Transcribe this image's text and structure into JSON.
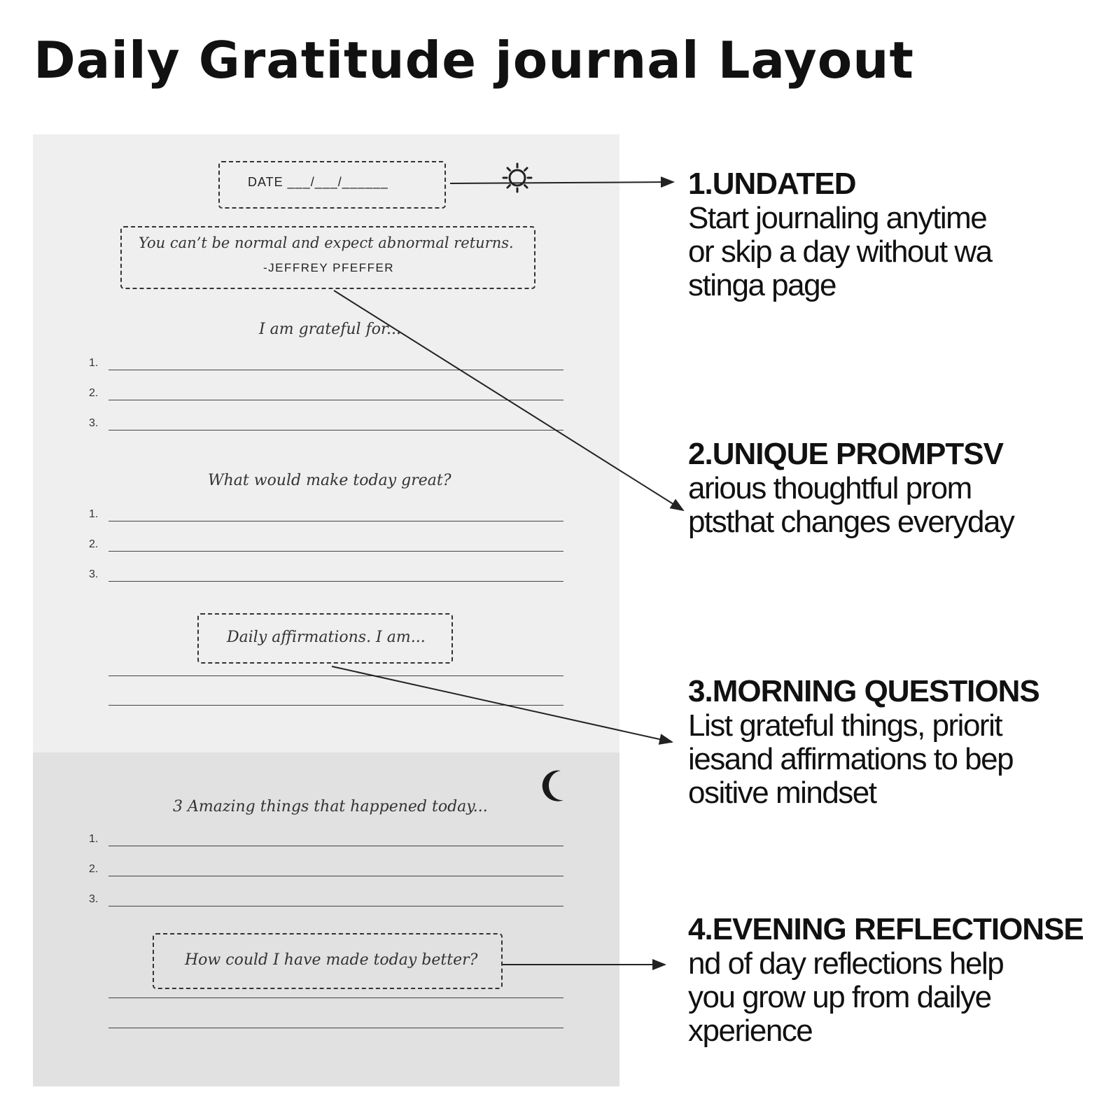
{
  "title": "Daily Gratitude journal Layout",
  "journal": {
    "date_label": "DATE ___/___/______",
    "quote": {
      "text": "You can’t be normal and expect abnormal returns.",
      "author": "-JEFFREY PFEFFER"
    },
    "grateful": {
      "heading": "I am grateful for...",
      "items": [
        "1.",
        "2.",
        "3."
      ]
    },
    "great_today": {
      "heading": "What would make today great?",
      "items": [
        "1.",
        "2.",
        "3."
      ]
    },
    "affirmations": {
      "heading": "Daily affirmations. I am..."
    },
    "amazing": {
      "heading": "3 Amazing things that happened today...",
      "items": [
        "1.",
        "2.",
        "3."
      ]
    },
    "better": {
      "heading": "How could I have made today better?"
    },
    "icons": {
      "morning": "sun-icon",
      "evening": "moon-icon"
    }
  },
  "callouts": [
    {
      "heading": "1.UNDATED",
      "body": "Start journaling anytime\nor skip a day without wa\nstinga page"
    },
    {
      "heading": "2.UNIQUE PROMPTSV",
      "body": "arious thoughtful prom\nptsthat changes everyday"
    },
    {
      "heading": "3.MORNING QUESTIONS",
      "body": "List grateful things, priorit\niesand affirmations to bep\nositive mindset"
    },
    {
      "heading": "4.EVENING REFLECTIONSE",
      "body": "nd of day reflections help\nyou grow up from dailye\nxperience"
    }
  ]
}
